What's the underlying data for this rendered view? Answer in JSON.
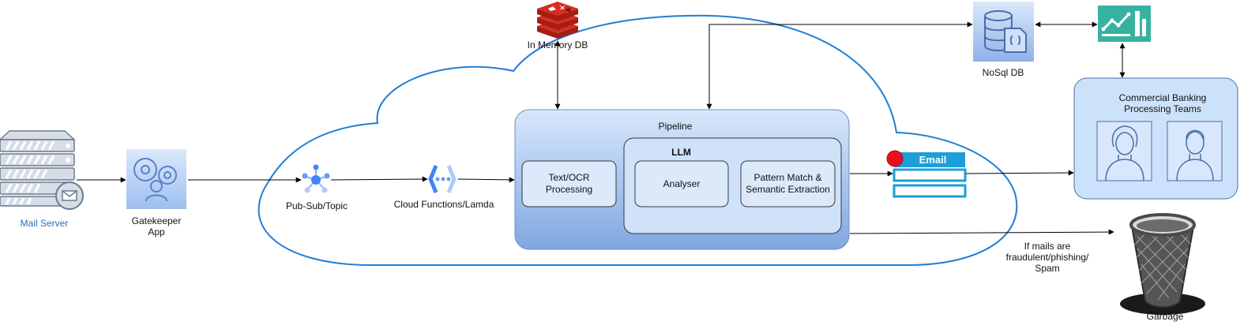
{
  "nodes": {
    "mail_server": "Mail Server",
    "gatekeeper": "Gatekeeper\nApp",
    "pubsub": "Pub-Sub/Topic",
    "cloud_functions": "Cloud Functions/Lamda",
    "in_memory_db": "In Memory DB",
    "pipeline": "Pipeline",
    "text_ocr": "Text/OCR\nProcessing",
    "llm": "LLM",
    "analyser": "Analyser",
    "pattern_match": "Pattern Match &\nSemantic Extraction",
    "email_label": "Email",
    "nosql_db": "NoSql DB",
    "commercial_banking": "Commercial Banking\nProcessing Teams",
    "fraud_note": "If mails are\nfraudulent/phishing/\nSpam",
    "garbage": "Garbage"
  },
  "colors": {
    "cloud_stroke": "#1e7fd6",
    "pipeline_fill_top": "#d6e6fb",
    "pipeline_fill_bottom": "#7ea6e0",
    "box_fill": "#dce9fb",
    "box_stroke": "#36393d",
    "email_blue": "#1b9ed9",
    "redis_red": "#d82c20",
    "analytics_teal": "#38b2a0",
    "mail_server_accent": "#1f6fc5"
  }
}
